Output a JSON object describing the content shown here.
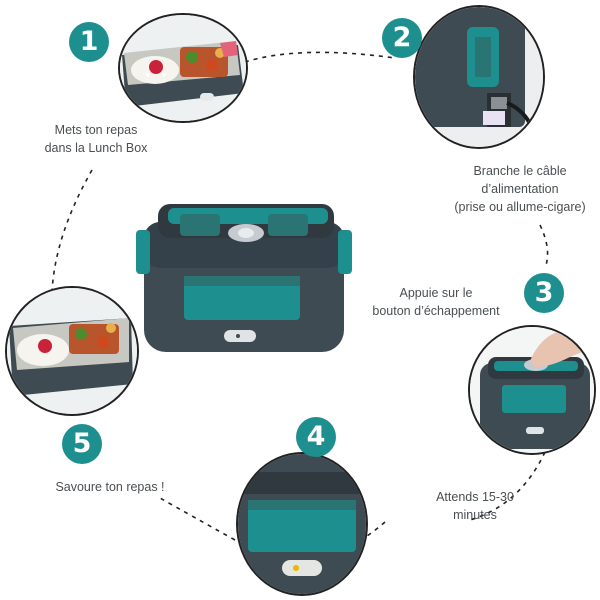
{
  "colors": {
    "teal": "#1e8f8f",
    "teal_dark": "#2a7473",
    "body": "#3e4b53",
    "body_dark": "#2f393f",
    "text": "#4a4f52"
  },
  "steps": [
    {
      "number": "1",
      "lines": [
        "Mets ton repas",
        "dans la Lunch Box"
      ]
    },
    {
      "number": "2",
      "lines": [
        "Branche le câble",
        "d’alimentation",
        "(prise ou allume-cigare)"
      ]
    },
    {
      "number": "3",
      "lines": [
        "Appuie sur le",
        "bouton d’échappement"
      ]
    },
    {
      "number": "4",
      "lines": [
        "Attends 15-30",
        "minutes"
      ]
    },
    {
      "number": "5",
      "lines": [
        "Savoure ton repas !"
      ]
    }
  ]
}
